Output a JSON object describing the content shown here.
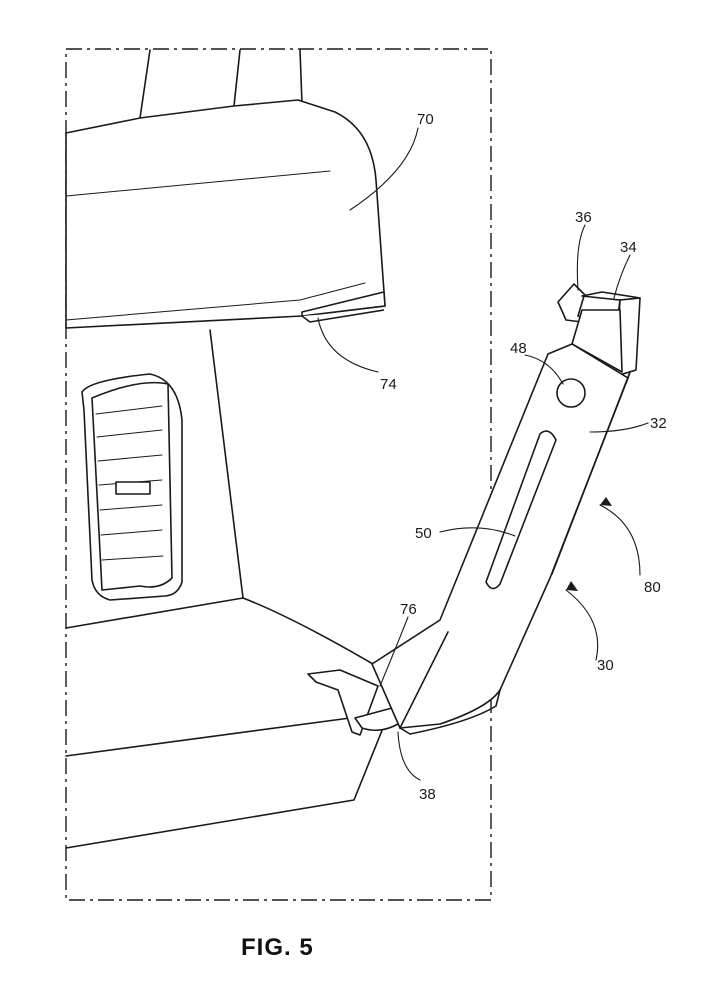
{
  "figure": {
    "caption": "FIG. 5",
    "reference_numerals": {
      "n70": "70",
      "n74": "74",
      "n36": "36",
      "n34": "34",
      "n48": "48",
      "n32": "32",
      "n50": "50",
      "n80": "80",
      "n30": "30",
      "n76": "76",
      "n38": "38"
    }
  }
}
